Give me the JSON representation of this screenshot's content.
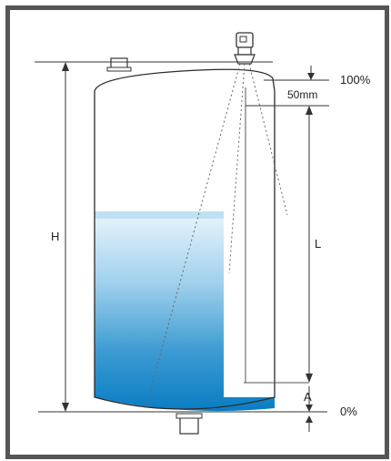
{
  "labels": {
    "h": "H",
    "l": "L",
    "a": "A",
    "pct_top": "100%",
    "pct_bottom": "0%",
    "gap": "50mm"
  },
  "colors": {
    "frame": "#555555",
    "line": "#2b2b2b",
    "water_top": "#cde6f4",
    "water_mid": "#6fb6de",
    "water_bottom": "#0a7dc3"
  },
  "icons": {
    "sensor": "radar-level-sensor-icon",
    "top_flange": "tank-nozzle-top-icon",
    "bottom_flange": "tank-outlet-bottom-icon"
  }
}
